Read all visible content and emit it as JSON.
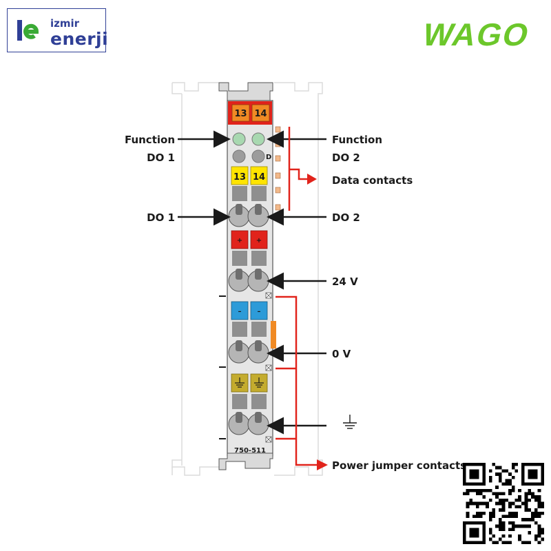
{
  "logos": {
    "izmir_line1": "izmir",
    "izmir_line2": "enerji",
    "wago": "WAGO"
  },
  "module": {
    "part_number": "750-511",
    "top_tabs": [
      "13",
      "14"
    ],
    "mid_tabs": [
      "13",
      "14"
    ],
    "plus_sign": "+",
    "minus_sign": "–"
  },
  "labels": {
    "function_left_line1": "Function",
    "function_left_line2": "DO 1",
    "function_right_line1": "Function",
    "function_right_line2": "DO 2",
    "data_contacts": "Data contacts",
    "do1": "DO 1",
    "do2": "DO 2",
    "v24": "24 V",
    "v0": "0 V",
    "power_jumper": "Power jumper contacts"
  },
  "colors": {
    "wago_green": "#6cc72b",
    "brand_blue": "#2f3f96",
    "brand_green": "#3aaa35",
    "accent_red": "#e1231b",
    "orange_tab": "#f08a24",
    "yellow_tab": "#ffe400",
    "blue_tab": "#2d9bd8",
    "olive_tab": "#c4ac2e",
    "housing_gray": "#e6e6e6"
  },
  "icons": {
    "ground": "ground-symbol-icon",
    "qr": "qr-code-icon"
  }
}
